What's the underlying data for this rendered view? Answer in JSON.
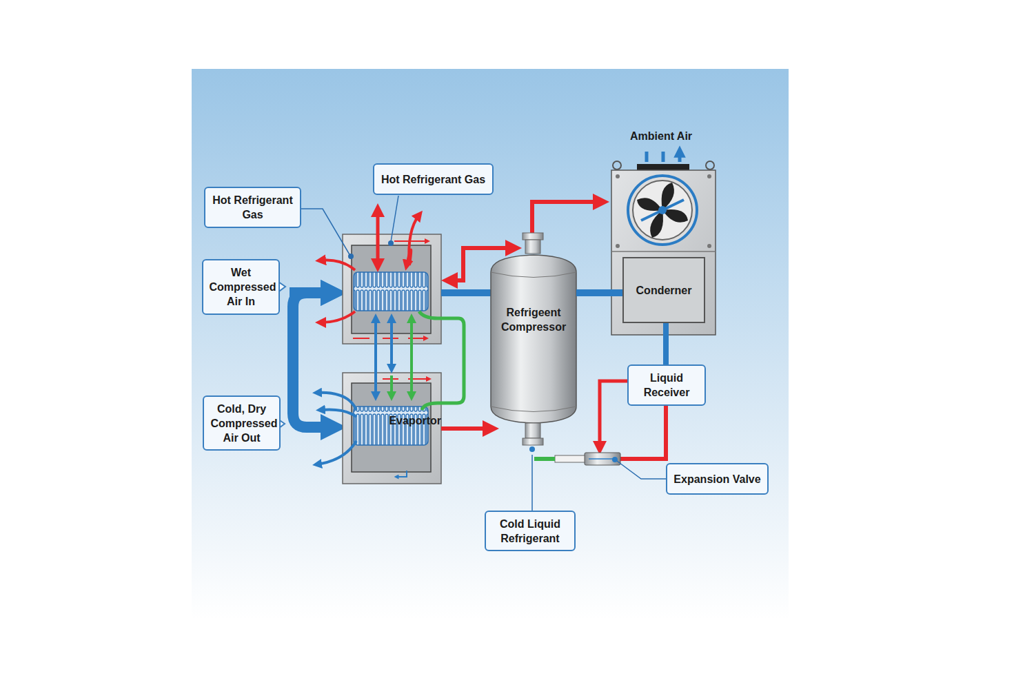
{
  "diagram": {
    "nodes": [
      {
        "text": [
          "Hot Refrigerant Gas"
        ]
      },
      {
        "text": [
          "Hot Refrigerant Gas"
        ]
      },
      {
        "text": [
          "Wet Compressed Air In"
        ]
      },
      {
        "text": [
          "Cold, Dry Compressed Air Out"
        ]
      },
      {
        "text": [
          "Evaportor"
        ]
      },
      {
        "text": [
          "Refrigeent Compressor"
        ]
      },
      {
        "text": [
          "Conderner"
        ]
      },
      {
        "text": [
          "Liquid Receiver"
        ]
      },
      {
        "text": [
          "Expansion Valve"
        ]
      },
      {
        "text": [
          "Cold Liquid Refrigerant"
        ]
      }
    ],
    "edges": [
      {
        "from": 4,
        "to": 5,
        "arrow": "to"
      },
      {
        "from": 5,
        "to": 6,
        "arrow": "none"
      },
      {
        "from": 6,
        "to": 7,
        "arrow": "none"
      },
      {
        "from": 9,
        "to": 5,
        "arrow": "none"
      }
    ],
    "labels": [
      "Ambient Air"
    ]
  }
}
